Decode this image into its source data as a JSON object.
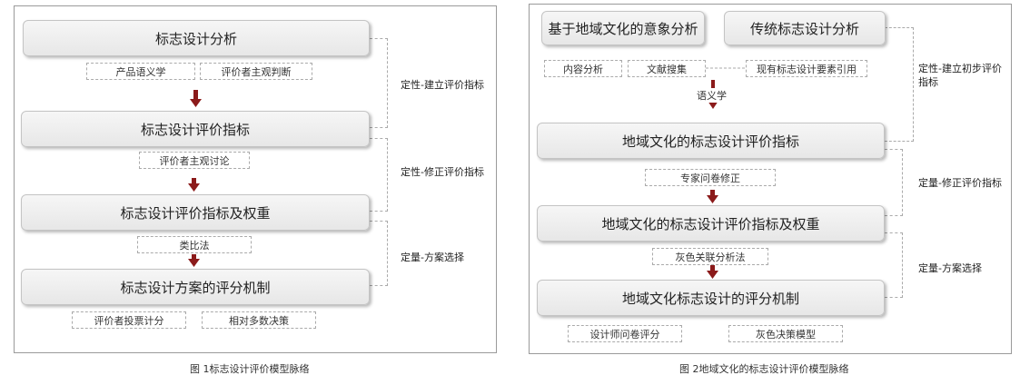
{
  "figure1": {
    "boxes": [
      "标志设计分析",
      "标志设计评价指标",
      "标志设计评价指标及权重",
      "标志设计方案的评分机制"
    ],
    "methods": [
      "产品语义学",
      "评价者主观判断",
      "评价者主观讨论",
      "类比法",
      "评价者投票计分",
      "相对多数决策"
    ],
    "notes": [
      "定性-建立评价指标",
      "定性-修正评价指标",
      "定量-方案选择"
    ],
    "caption": "图 1标志设计评价模型脉络"
  },
  "figure2": {
    "boxes": [
      "基于地域文化的意象分析",
      "传统标志设计分析",
      "地域文化的标志设计评价指标",
      "地域文化的标志设计评价指标及权重",
      "地域文化标志设计的评分机制"
    ],
    "methods": [
      "内容分析",
      "文献搜集",
      "现有标志设计要素引用",
      "专家问卷修正",
      "灰色关联分析法",
      "设计师问卷评分",
      "灰色决策模型"
    ],
    "arrow_label": "语义学",
    "notes": [
      "定性-建立初步评价指标",
      "定量-修正评价指标",
      "定量-方案选择"
    ],
    "caption": "图 2地域文化的标志设计评价模型脉络"
  },
  "colors": {
    "arrow": "#8b1a1a",
    "box": "#ececec",
    "border": "#9a9a9a"
  }
}
